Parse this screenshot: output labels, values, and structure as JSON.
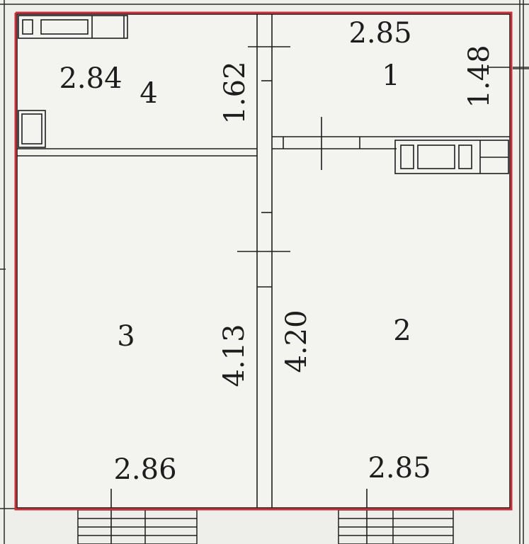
{
  "plan": {
    "colors": {
      "background": "#eeeeea",
      "floor": "#f3f3f0",
      "wall_line": "#1e1e1e",
      "outline": "#c7323a"
    },
    "rooms": {
      "room1": {
        "number": "1"
      },
      "room2": {
        "number": "2"
      },
      "room3": {
        "number": "3"
      },
      "room4": {
        "number": "4"
      }
    },
    "dimensions": {
      "top_right_width": "2.85",
      "right_height": "1.48",
      "top_left_width": "2.84",
      "center_upper_height": "1.62",
      "left_lower_height": "4.13",
      "right_lower_height": "4.20",
      "bottom_left_width": "2.86",
      "bottom_right_width": "2.85"
    }
  }
}
